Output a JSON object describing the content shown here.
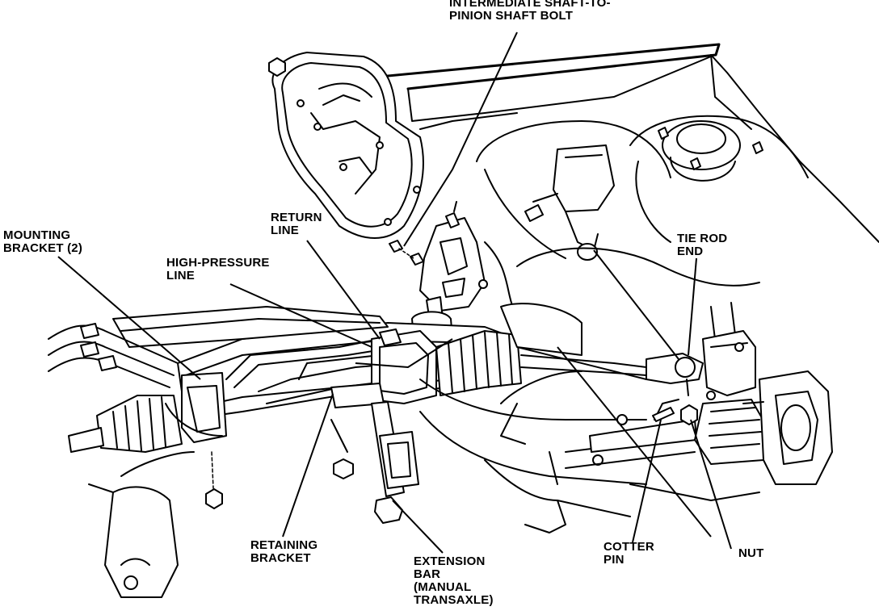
{
  "labels": {
    "intermediate_shaft": [
      "INTERMEDIATE SHAFT-TO-",
      "PINION SHAFT BOLT"
    ],
    "return_line": [
      "RETURN",
      "LINE"
    ],
    "mounting_bracket": [
      "MOUNTING",
      "BRACKET (2)"
    ],
    "high_pressure_line": [
      "HIGH-PRESSURE",
      "LINE"
    ],
    "tie_rod_end": [
      "TIE ROD",
      "END"
    ],
    "retaining_bracket": [
      "RETAINING",
      "BRACKET"
    ],
    "extension_bar": [
      "EXTENSION",
      "BAR",
      "(MANUAL",
      "TRANSAXLE)"
    ],
    "cotter_pin": [
      "COTTER",
      "PIN"
    ],
    "nut": [
      "NUT"
    ]
  }
}
